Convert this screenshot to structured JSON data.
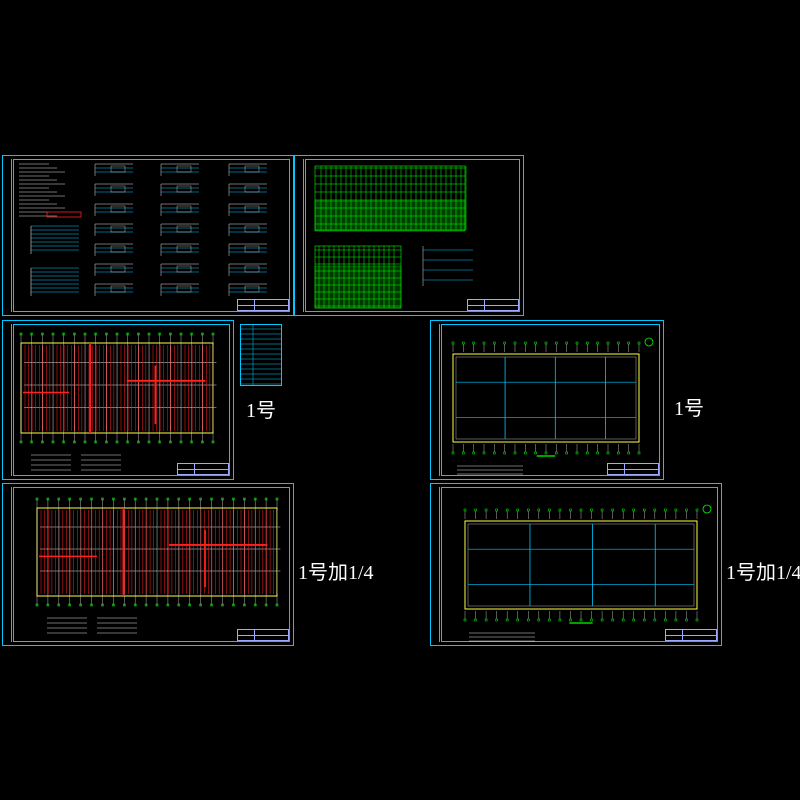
{
  "labels": {
    "size_a": "1号",
    "size_b": "1号",
    "size_c": "1号加1/4",
    "size_d": "1号加1/4"
  },
  "colors": {
    "frame": "#00c8ff",
    "grid": "#00ff00",
    "wiring": "#ff2020",
    "walls": "#ffff40",
    "text": "#ffffff"
  }
}
